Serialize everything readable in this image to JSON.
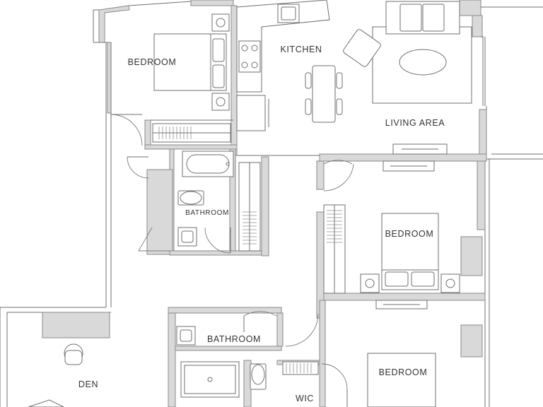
{
  "rooms": {
    "bedroom_top_left": "BEDROOM",
    "kitchen": "KITCHEN",
    "living_area": "LIVING AREA",
    "bathroom_center": "BATHROOM",
    "bedroom_middle_right": "BEDROOM",
    "bathroom_lower": "BATHROOM",
    "den": "DEN",
    "wic": "WIC",
    "bedroom_bottom_right": "BEDROOM"
  },
  "colors": {
    "wall_fill": "#d9d9d9",
    "line": "#6f6f6f",
    "label": "#333333"
  }
}
